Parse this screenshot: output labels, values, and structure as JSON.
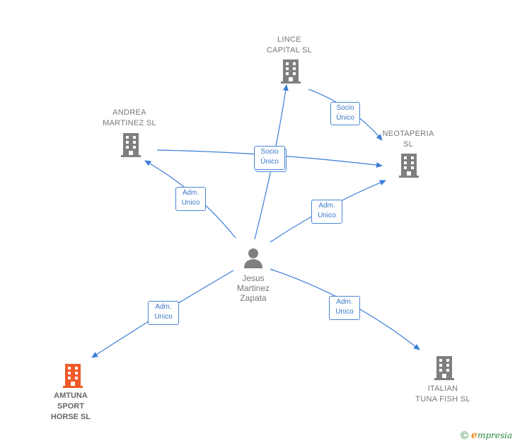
{
  "colors": {
    "edge": "#3b7dd8",
    "company_icon": "#7f7f7f",
    "focus_icon": "#f05a28",
    "person_icon": "#7f7f7f",
    "brand_green": "#2a8a3a",
    "brand_orange": "#f08a1c"
  },
  "nodes": {
    "lince": {
      "label": "LINCE\nCAPITAL SL",
      "icon": "building-icon"
    },
    "andrea": {
      "label": "ANDREA\nMARTINEZ SL",
      "icon": "building-icon"
    },
    "neotaperia": {
      "label": "NEOTAPERIA\nSL",
      "icon": "building-icon"
    },
    "person": {
      "label": "Jesus\nMartinez\nZapata",
      "icon": "person-icon"
    },
    "amtuna": {
      "label": "AMTUNA\nSPORT\nHORSE  SL",
      "icon": "building-icon"
    },
    "italian": {
      "label": "ITALIAN\nTUNA FISH  SL",
      "icon": "building-icon"
    }
  },
  "edges": {
    "lince_neotaperia": "Socio\nÚnico",
    "person_lince": "Socio\nÚnico",
    "person_andrea": "Adm.\nUnico",
    "person_neotaperia": "Adm.\nUnico",
    "person_amtuna": "Adm.\nUnico",
    "person_italian": "Adm.\nUnico"
  },
  "brand": {
    "copyright": "©",
    "e": "e",
    "rest": "mpresia"
  }
}
